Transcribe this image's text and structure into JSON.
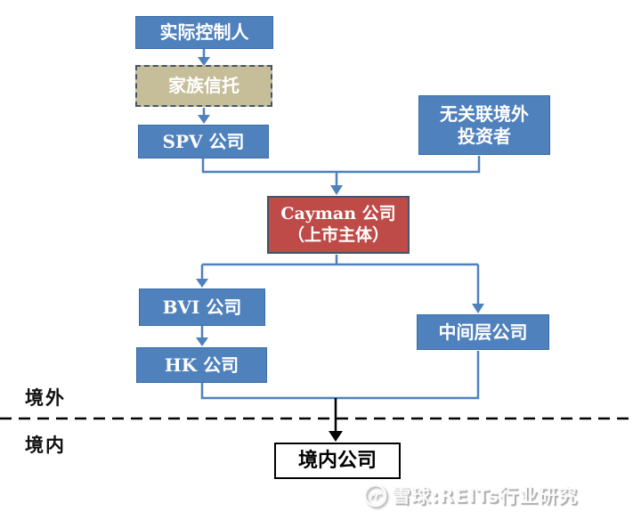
{
  "diagram": {
    "nodes": {
      "actual_controller": {
        "label": "实际控制人"
      },
      "family_trust": {
        "label": "家族信托"
      },
      "spv": {
        "label": "SPV 公司"
      },
      "unrelated_investors": {
        "line1": "无关联境外",
        "line2": "投资者"
      },
      "cayman": {
        "line1": "Cayman 公司",
        "line2": "（上市主体）"
      },
      "bvi": {
        "label": "BVI 公司"
      },
      "intermediate": {
        "label": "中间层公司"
      },
      "hk": {
        "label": "HK 公司"
      },
      "domestic": {
        "label": "境内公司"
      }
    },
    "region_labels": {
      "offshore": "境外",
      "onshore": "境内"
    },
    "colors": {
      "node_blue": "#4F81BD",
      "node_tan": "#C5BE98",
      "node_red": "#BE4B48",
      "dashed_node_border": "#44546A",
      "connector_blue": "#4F81BD",
      "divider_black": "#000000",
      "node_text": "#FFFFFF"
    }
  },
  "watermark": {
    "logo": "xueqiu-snowball-icon",
    "text": "雪球:REITs行业研究"
  }
}
